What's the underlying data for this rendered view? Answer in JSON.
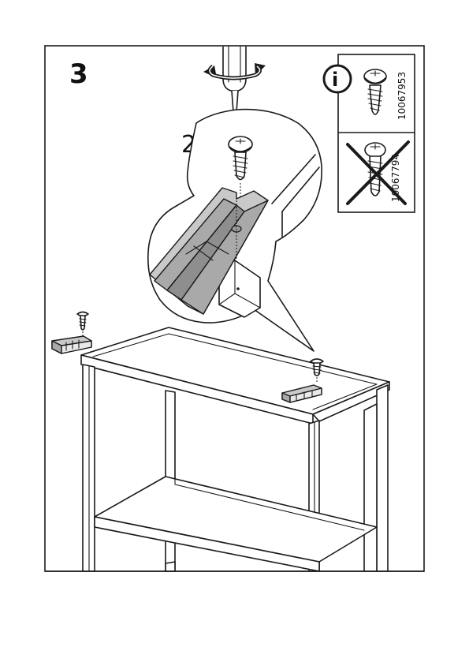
{
  "step": {
    "number": "3"
  },
  "fastener": {
    "quantity": "2x",
    "part_code": "10067953"
  },
  "legend": {
    "correct": {
      "icon": "info-icon",
      "part_code": "10067953"
    },
    "incorrect": {
      "icon": "cross-out-icon",
      "part_code": "10067794"
    }
  },
  "colors": {
    "line": "#1a1a1a",
    "part_fill": "#a9a9a9",
    "paper": "#ffffff"
  }
}
